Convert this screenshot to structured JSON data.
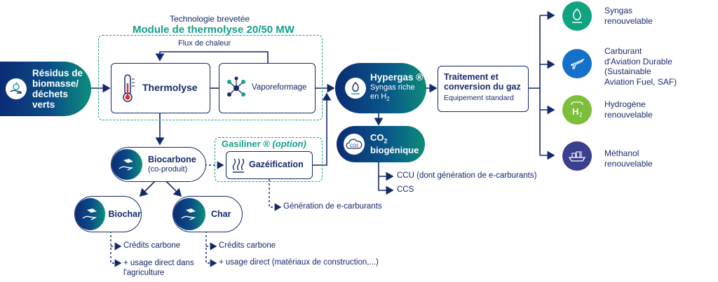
{
  "header": {
    "tech": "Technologie brevetée",
    "module": "Module de thermolyse 20/50 MW",
    "flux": "Flux de chaleur"
  },
  "residus": [
    "Résidus de",
    "biomasse/",
    "déchets",
    "verts"
  ],
  "thermolyse": "Thermolyse",
  "vaporeformage": "Vaporeformage",
  "hypergas": {
    "title": "Hypergas ®",
    "line1": "Syngas riche",
    "line2_prefix": "en H",
    "line2_sub": "2"
  },
  "traitement": {
    "line1": "Traitement et",
    "line2": "conversion du gaz",
    "line3": "Equipement standard"
  },
  "co2": {
    "prefix": "CO",
    "sub": "2",
    "line2": "biogénique",
    "icon_text": "CO2"
  },
  "co2_outputs": [
    "CCU (dont génération de e-carburants)",
    "CCS"
  ],
  "gasiliner": {
    "title": "Gasiliner ®",
    "option": "(option)",
    "box": "Gazéification",
    "output": "Génération de e-carburants"
  },
  "biocarbone": {
    "title": "Biocarbone",
    "sub": "(co-produit)"
  },
  "biochar": {
    "title": "Biochar",
    "out1": "Crédits carbone",
    "out2a": "+ usage direct dans",
    "out2b": "l'agriculture"
  },
  "char": {
    "title": "Char",
    "out1": "Crédits carbone",
    "out2": "+ usage direct (matériaux de construction,...)"
  },
  "products": [
    {
      "l1": "Syngas",
      "l2": "renouvelable",
      "color": "#10a37f"
    },
    {
      "l1": "Carburant",
      "l2": "d'Aviation Durable",
      "l3": "(Sustainable",
      "l4": "Aviation Fuel, SAF)",
      "color": "#1470c8"
    },
    {
      "l1": "Hydrogène",
      "l2": "renouvelable",
      "color": "#7bbf3a",
      "icon_text": "H2"
    },
    {
      "l1": "Méthanol",
      "l2": "renouvelable",
      "color": "#3a3f8f"
    }
  ],
  "colors": {
    "navy": "#13296b",
    "teal_dash": "#13a08a"
  }
}
